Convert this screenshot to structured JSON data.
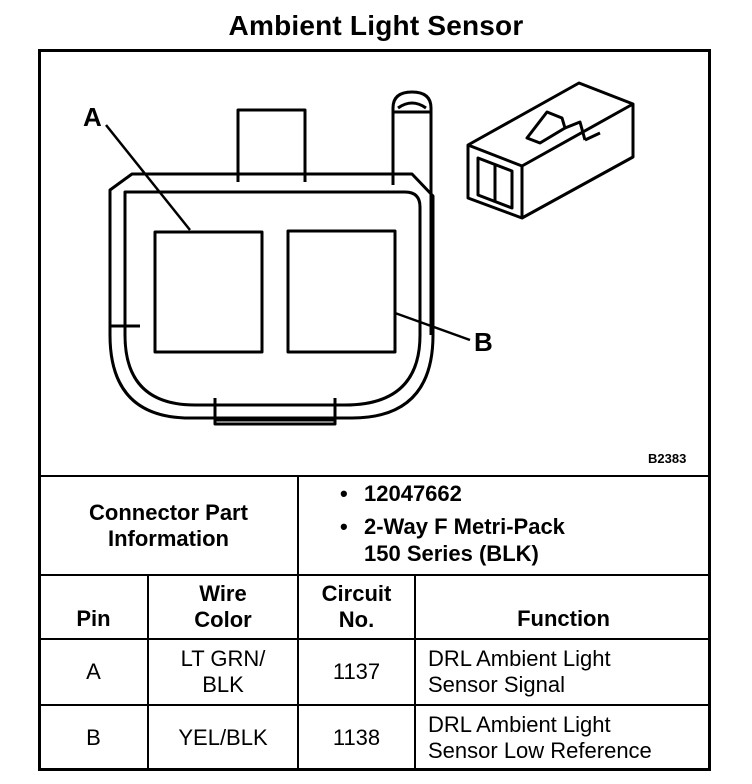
{
  "title": "Ambient Light Sensor",
  "figure_code": "B2383",
  "callouts": {
    "a": "A",
    "b": "B"
  },
  "connector": {
    "label_line1": "Connector Part",
    "label_line2": "Information",
    "bullet": "•",
    "part_number": "12047662",
    "type_line1": "2-Way F Metri-Pack",
    "type_line2": "150 Series (BLK)"
  },
  "table": {
    "headers": {
      "pin": "Pin",
      "wire_line1": "Wire",
      "wire_line2": "Color",
      "circuit_line1": "Circuit",
      "circuit_line2": "No.",
      "function": "Function"
    },
    "rows": [
      {
        "pin": "A",
        "wire_line1": "LT GRN/",
        "wire_line2": "BLK",
        "circuit": "1137",
        "function_line1": "DRL Ambient Light",
        "function_line2": "Sensor Signal"
      },
      {
        "pin": "B",
        "wire_line1": "YEL/BLK",
        "wire_line2": "",
        "circuit": "1138",
        "function_line1": "DRL Ambient Light",
        "function_line2": "Sensor Low Reference"
      }
    ]
  }
}
